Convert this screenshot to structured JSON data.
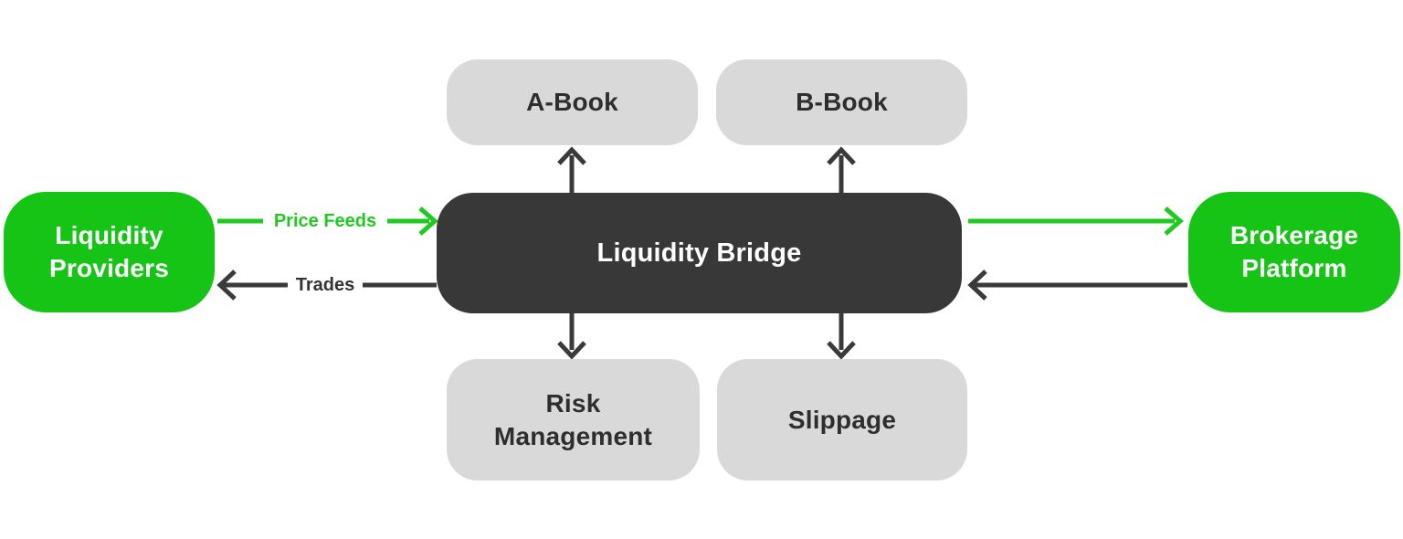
{
  "diagram": {
    "nodes": {
      "liquidity_providers": {
        "lines": [
          "Liquidity",
          "Providers"
        ]
      },
      "liquidity_bridge": {
        "lines": [
          "Liquidity Bridge"
        ]
      },
      "a_book": {
        "lines": [
          "A-Book"
        ]
      },
      "b_book": {
        "lines": [
          "B-Book"
        ]
      },
      "risk_management": {
        "lines": [
          "Risk",
          "Management"
        ]
      },
      "slippage": {
        "lines": [
          "Slippage"
        ]
      },
      "brokerage_platform": {
        "lines": [
          "Brokerage",
          "Platform"
        ]
      }
    },
    "edges": [
      {
        "from": "liquidity_providers",
        "to": "liquidity_bridge",
        "label": "Price Feeds",
        "color": "#1FC91F"
      },
      {
        "from": "liquidity_bridge",
        "to": "liquidity_providers",
        "label": "Trades",
        "color": "#3A3A3A"
      },
      {
        "from": "liquidity_bridge",
        "to": "brokerage_platform",
        "label": "",
        "color": "#1FC91F"
      },
      {
        "from": "brokerage_platform",
        "to": "liquidity_bridge",
        "label": "",
        "color": "#3A3A3A"
      },
      {
        "from": "liquidity_bridge",
        "to": "a_book",
        "label": "",
        "color": "#3A3A3A"
      },
      {
        "from": "liquidity_bridge",
        "to": "b_book",
        "label": "",
        "color": "#3A3A3A"
      },
      {
        "from": "liquidity_bridge",
        "to": "risk_management",
        "label": "",
        "color": "#3A3A3A"
      },
      {
        "from": "liquidity_bridge",
        "to": "slippage",
        "label": "",
        "color": "#3A3A3A"
      }
    ],
    "colors": {
      "green_node": "#15C415",
      "dark_node": "#383838",
      "gray_node": "#D9D9D9",
      "green_arrow": "#1FC91F",
      "dark_arrow": "#3A3A3A",
      "node_text_light": "#FFFFFF",
      "node_text_dark": "#2E2E2E",
      "background": "#FFFFFF"
    }
  }
}
